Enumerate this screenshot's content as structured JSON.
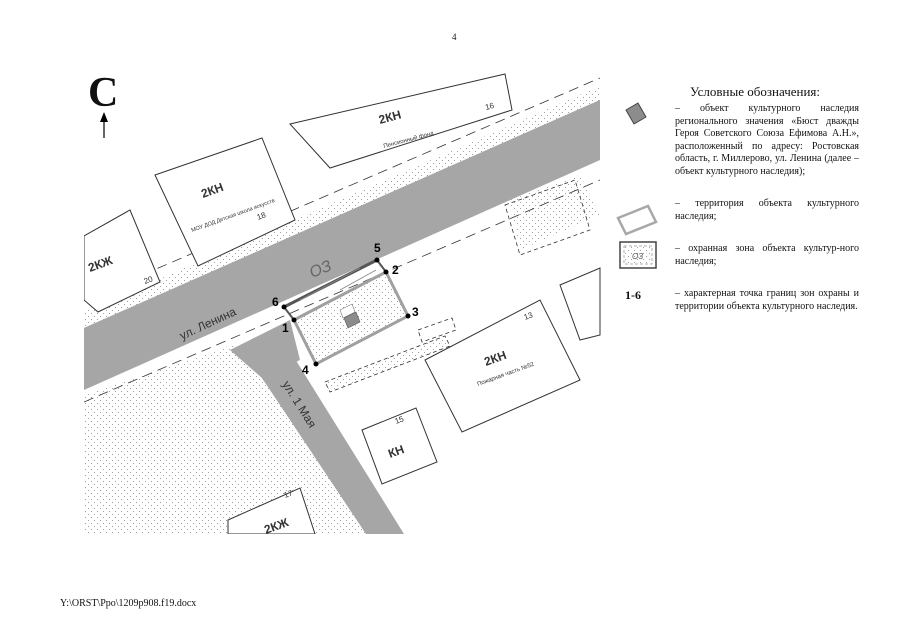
{
  "page_number": "4",
  "north_letter": "С",
  "legend": {
    "title": "Условные обозначения:",
    "items": [
      {
        "text": "– объект культурного наследия регионального значения «Бюст дважды Героя Советского Союза Ефимова А.Н.», расположенный по адресу: Ростовская область, г. Миллерово, ул. Ленина (далее – объект культурного наследия);"
      },
      {
        "text": "– территория объекта культурного наследия;"
      },
      {
        "text": "– охранная зона объекта культур-ного наследия;",
        "symbol_label": "ОЗ"
      },
      {
        "text": "– характерная точка границ зон охраны и территории объекта культурного наследия.",
        "symbol_label": "1-6"
      }
    ]
  },
  "map": {
    "streets": [
      "ул. Ленина",
      "ул. 1 Мая"
    ],
    "zone_label": "ОЗ",
    "blocks": [
      {
        "zone": "2КН",
        "number": "16",
        "label": "Пенсионный фонд"
      },
      {
        "zone": "2КН",
        "number": "18",
        "label": "МОУ ДОД Детская школа искусств"
      },
      {
        "zone": "2КЖ",
        "number": "20"
      },
      {
        "zone": "2КН",
        "number": "13",
        "label": "Пожарная часть №52"
      },
      {
        "zone": "КН",
        "number": "15"
      },
      {
        "zone": "2КЖ",
        "number": "17"
      }
    ],
    "points": [
      "1",
      "2",
      "3",
      "4",
      "5",
      "6"
    ]
  },
  "colors": {
    "street": "#a6a6a6",
    "monument": "#8c8c8c",
    "territory": "#a0a0a0",
    "zone_line": "#555555"
  },
  "footer": "Y:\\ORST\\Ppo\\1209p908.f19.docx"
}
